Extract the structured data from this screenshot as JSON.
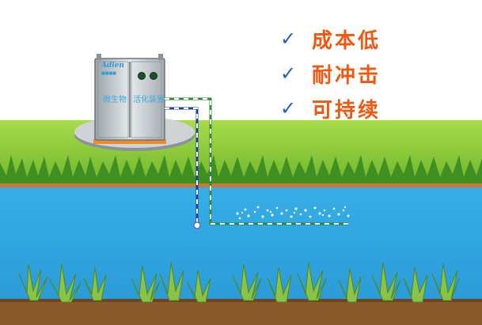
{
  "benefits": [
    {
      "icon": "checkmark-icon",
      "mark": "✓",
      "label": "成本低"
    },
    {
      "icon": "checkmark-icon",
      "mark": "✓",
      "label": "耐冲击"
    },
    {
      "icon": "checkmark-icon",
      "mark": "✓",
      "label": "可持续"
    }
  ],
  "unit": {
    "logo": "Adlen",
    "logo_sub": "■■■■",
    "left_door_label": "微生物",
    "right_door_label": "活化装置"
  },
  "colors": {
    "sky": "#ffffff",
    "grass": "#8bcd3a",
    "water": "#2fa3df",
    "soil": "#8a5a2c",
    "check": "#1f63c8",
    "benefit_text": "#f2570f",
    "pipe_green": "#2e8b3a",
    "pipe_blue": "#1b3fa8"
  }
}
